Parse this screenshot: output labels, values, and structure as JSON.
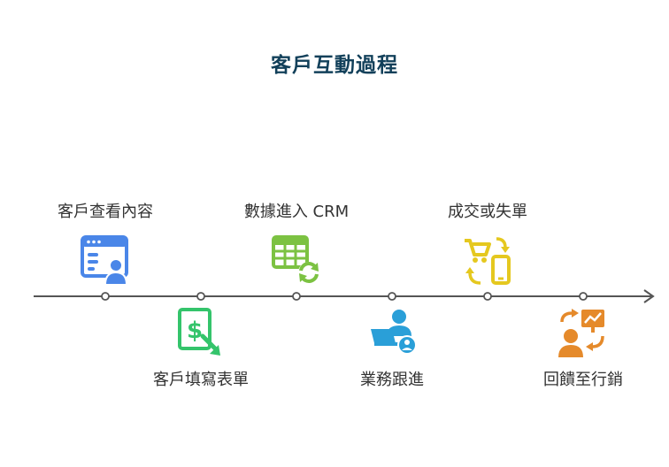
{
  "title": "客戶互動過程",
  "steps": [
    {
      "label": "客戶查看內容",
      "icon": "customer-view-content-icon"
    },
    {
      "label": "客戶填寫表單",
      "icon": "fill-form-icon"
    },
    {
      "label": "數據進入 CRM",
      "icon": "crm-data-sync-icon"
    },
    {
      "label": "業務跟進",
      "icon": "sales-follow-up-icon"
    },
    {
      "label": "成交或失單",
      "icon": "deal-outcome-icon"
    },
    {
      "label": "回饋至行銷",
      "icon": "feedback-marketing-icon"
    }
  ],
  "colors": {
    "title": "#12405a",
    "axis": "#555555",
    "step1": "#4a86e8",
    "step2": "#34c46b",
    "step3": "#7cc242",
    "step4": "#2a9fd8",
    "step5": "#e5c81f",
    "step6": "#e58a2b"
  }
}
